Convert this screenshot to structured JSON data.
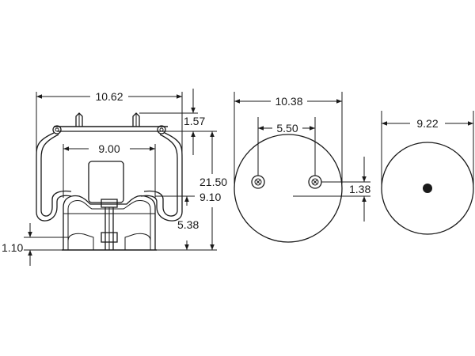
{
  "dimensions": {
    "overall_width": "10.62",
    "top_plate_height": "1.57",
    "piston_width": "9.00",
    "overall_height": "21.50",
    "compressed_height": "9.10",
    "piston_height": "5.38",
    "base_height": "1.10",
    "plate_diameter": "10.38",
    "stud_spacing": "5.50",
    "stud_offset": "1.38",
    "bottom_diameter": "9.22"
  }
}
